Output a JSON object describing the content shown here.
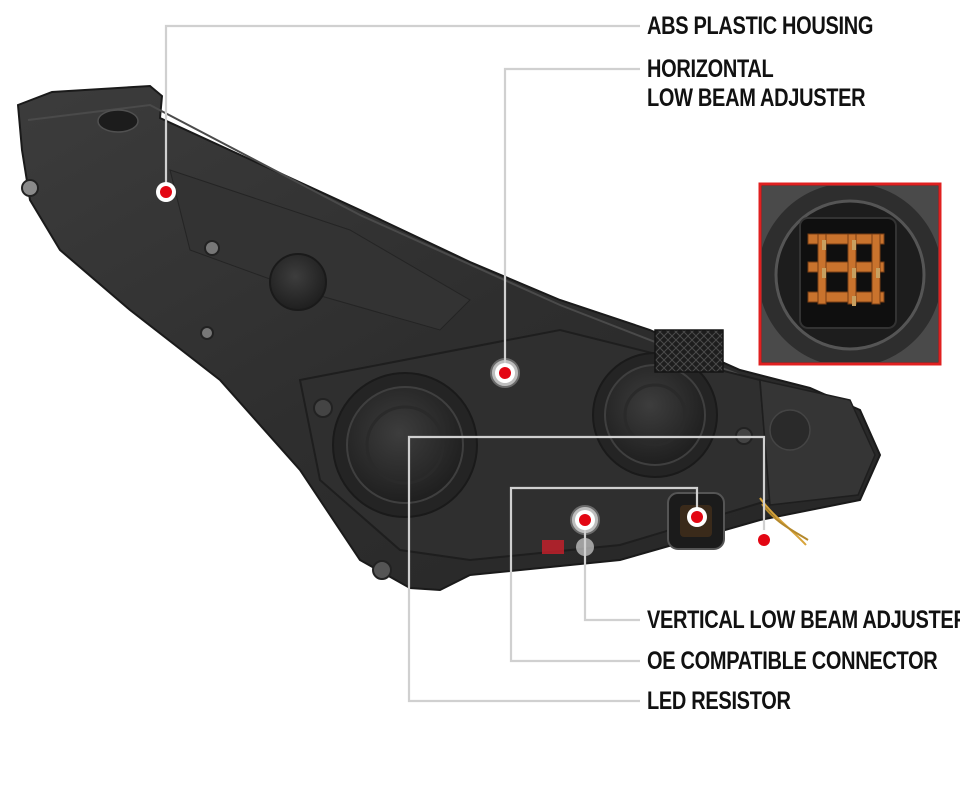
{
  "colors": {
    "leader_line": "#d0d0d0",
    "marker_fill": "#e30613",
    "marker_ring": "#ffffff",
    "inset_border": "#e02020",
    "housing_dark": "#2b2b2b",
    "housing_mid": "#3a3a3a",
    "label_text": "#111111"
  },
  "callouts": {
    "abs_housing": {
      "lines": [
        "ABS PLASTIC HOUSING"
      ]
    },
    "horizontal_adjuster": {
      "lines": [
        "HORIZONTAL",
        "LOW BEAM ADJUSTER"
      ]
    },
    "vertical_adjuster": {
      "lines": [
        "VERTICAL LOW BEAM ADJUSTER"
      ]
    },
    "oe_connector": {
      "lines": [
        "OE COMPATIBLE CONNECTOR"
      ]
    },
    "led_resistor": {
      "lines": [
        "LED RESISTOR"
      ]
    }
  },
  "inset": {
    "subject": "connector close-up"
  }
}
